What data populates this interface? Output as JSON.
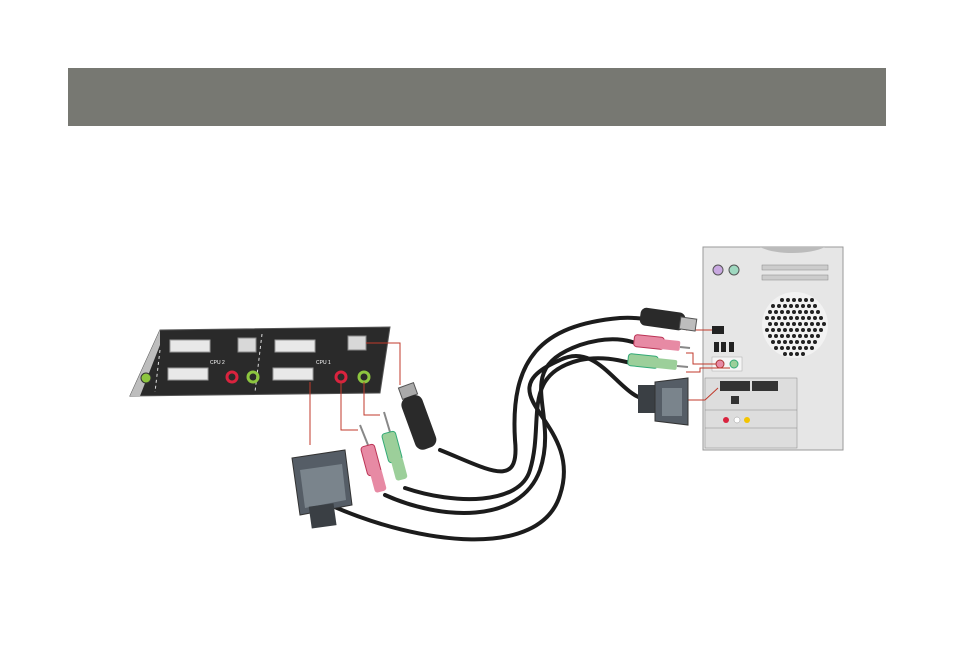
{
  "header": {
    "title": ""
  },
  "diagram": {
    "kvm_switch": {
      "ports": [
        "CPU 2",
        "CPU 1"
      ]
    },
    "computer": {},
    "cables": [
      "video",
      "audio-pink",
      "audio-green",
      "usb"
    ],
    "colors": {
      "band": "#777872",
      "cable": "#1c1c1c",
      "audio_pink": "#e78aa4",
      "audio_green": "#9ccf9a",
      "port_red": "#d9233e",
      "port_green": "#8dc63f",
      "tower": "#e6e6e6"
    }
  }
}
